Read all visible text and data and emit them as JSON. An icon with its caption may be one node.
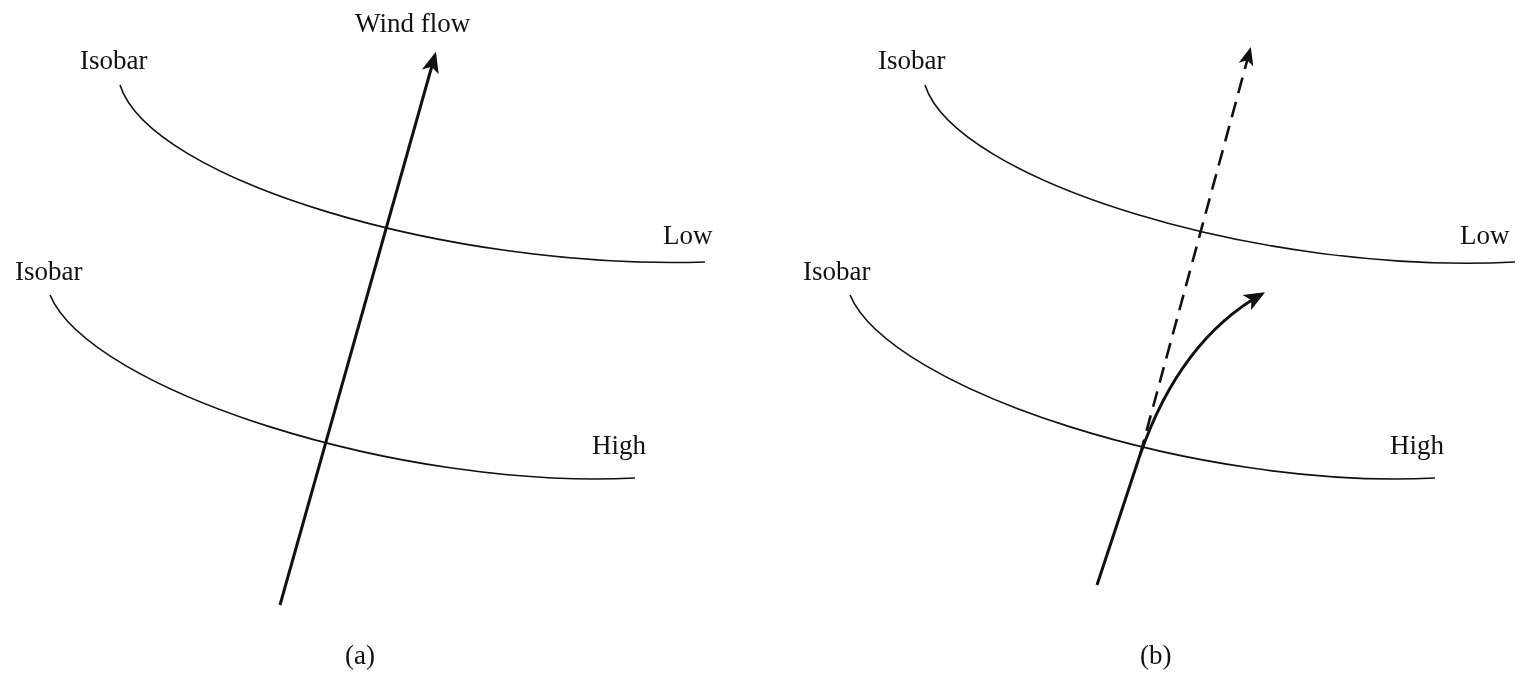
{
  "diagram": {
    "labels": [
      "Wind flow",
      "Isobar",
      "Isobar",
      "Low",
      "Low",
      "Isobar",
      "Isobar",
      "High",
      "High",
      "(a)",
      "(b)"
    ]
  }
}
